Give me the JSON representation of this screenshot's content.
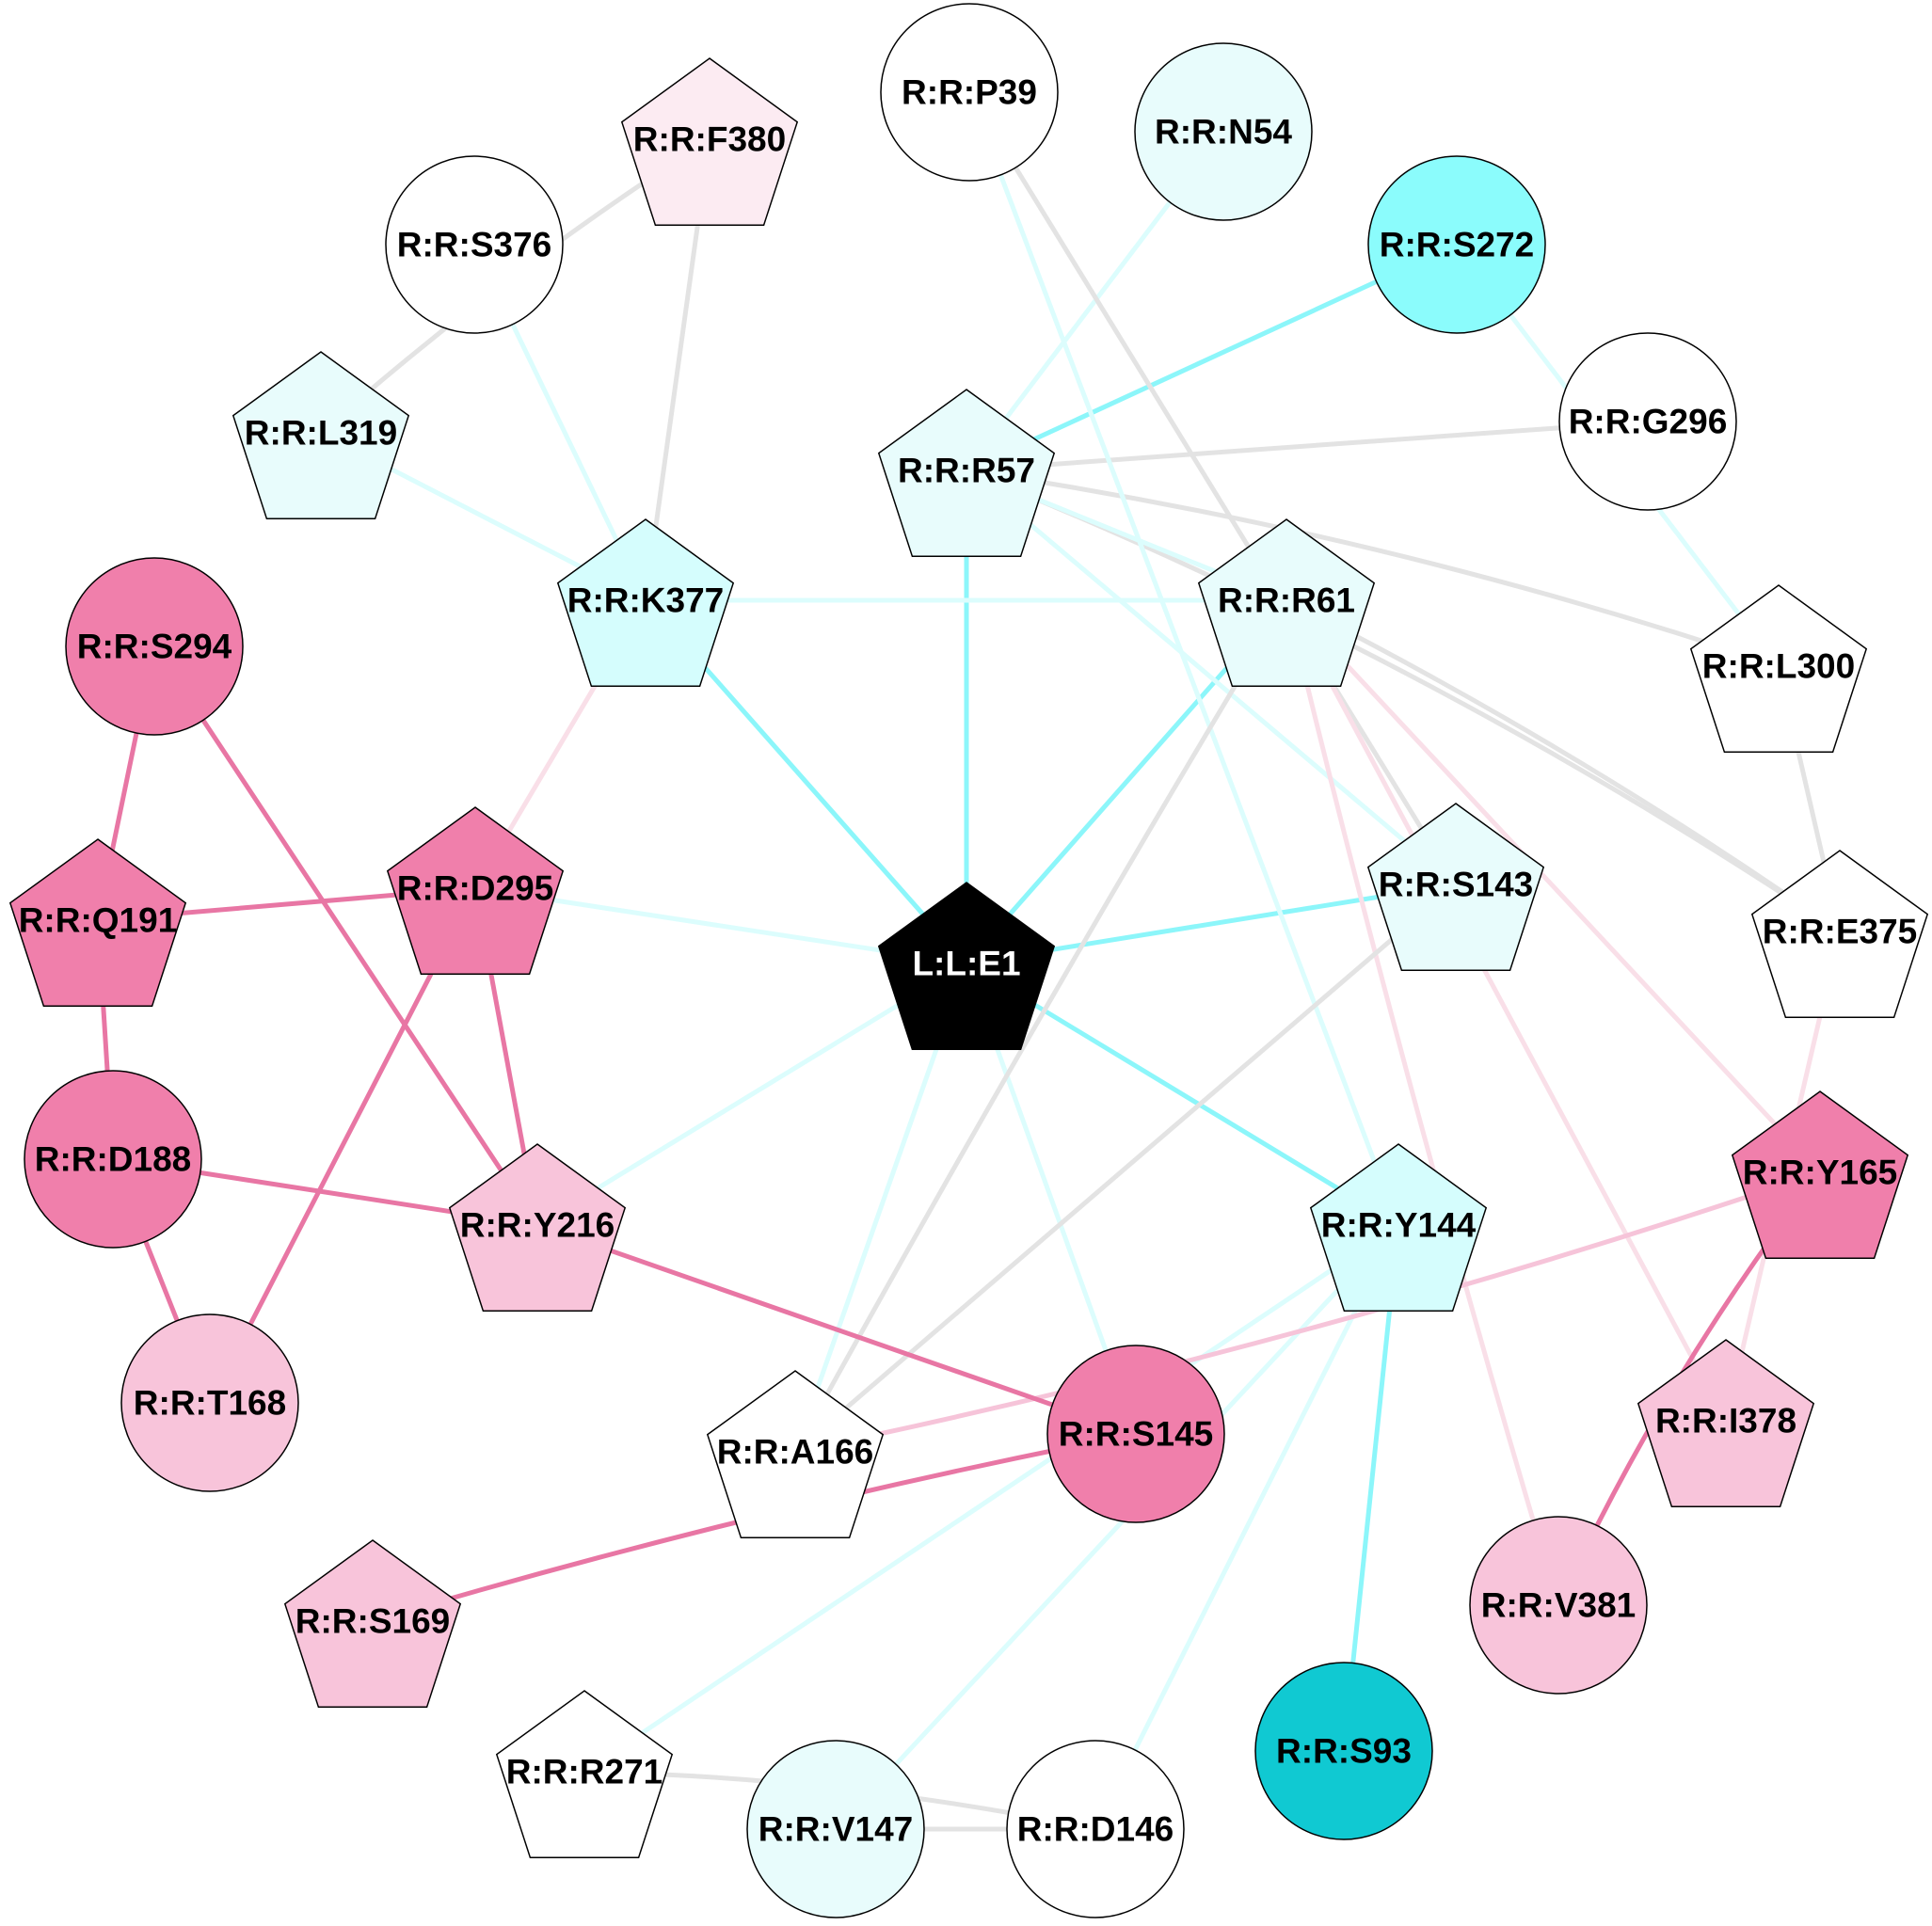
{
  "colors": {
    "white": "#ffffff",
    "cyan_very_light": "#e8fcfc",
    "cyan_light": "#d5fdfd",
    "cyan": "#8bfcfc",
    "teal": "#10c9d2",
    "pink_very_light": "#fcebf2",
    "pink_light": "#f8c4da",
    "pink": "#f07fab",
    "black": "#000000",
    "edge_gray": "#e3e3e3",
    "edge_cyan_faint": "#dcfdfd",
    "edge_cyan": "#8cf6fa",
    "edge_pink_faint": "#f9dfe8",
    "edge_pink_light": "#f6c4d9",
    "edge_pink": "#e876a4"
  },
  "nodes": {
    "E1": {
      "label": "L:L:E1",
      "shape": "pentagon",
      "fill": "black",
      "text_color": "white"
    },
    "P39": {
      "label": "R:R:P39",
      "shape": "circle",
      "fill": "white"
    },
    "N54": {
      "label": "R:R:N54",
      "shape": "circle",
      "fill": "cyan_very_light"
    },
    "F380": {
      "label": "R:R:F380",
      "shape": "pentagon",
      "fill": "pink_very_light"
    },
    "S376": {
      "label": "R:R:S376",
      "shape": "circle",
      "fill": "white"
    },
    "S272": {
      "label": "R:R:S272",
      "shape": "circle",
      "fill": "cyan"
    },
    "L319": {
      "label": "R:R:L319",
      "shape": "pentagon",
      "fill": "cyan_very_light"
    },
    "R57": {
      "label": "R:R:R57",
      "shape": "pentagon",
      "fill": "cyan_very_light"
    },
    "G296": {
      "label": "R:R:G296",
      "shape": "circle",
      "fill": "white"
    },
    "K377": {
      "label": "R:R:K377",
      "shape": "pentagon",
      "fill": "cyan_light"
    },
    "R61": {
      "label": "R:R:R61",
      "shape": "pentagon",
      "fill": "cyan_very_light"
    },
    "S294": {
      "label": "R:R:S294",
      "shape": "circle",
      "fill": "pink"
    },
    "L300": {
      "label": "R:R:L300",
      "shape": "pentagon",
      "fill": "white"
    },
    "D295": {
      "label": "R:R:D295",
      "shape": "pentagon",
      "fill": "pink"
    },
    "Q191": {
      "label": "R:R:Q191",
      "shape": "pentagon",
      "fill": "pink"
    },
    "S143": {
      "label": "R:R:S143",
      "shape": "pentagon",
      "fill": "cyan_very_light"
    },
    "E375": {
      "label": "R:R:E375",
      "shape": "pentagon",
      "fill": "white"
    },
    "D188": {
      "label": "R:R:D188",
      "shape": "circle",
      "fill": "pink"
    },
    "Y165": {
      "label": "R:R:Y165",
      "shape": "pentagon",
      "fill": "pink"
    },
    "Y216": {
      "label": "R:R:Y216",
      "shape": "pentagon",
      "fill": "pink_light"
    },
    "Y144": {
      "label": "R:R:Y144",
      "shape": "pentagon",
      "fill": "cyan_light"
    },
    "T168": {
      "label": "R:R:T168",
      "shape": "circle",
      "fill": "pink_light"
    },
    "A166": {
      "label": "R:R:A166",
      "shape": "pentagon",
      "fill": "white"
    },
    "S145": {
      "label": "R:R:S145",
      "shape": "circle",
      "fill": "pink"
    },
    "I378": {
      "label": "R:R:I378",
      "shape": "pentagon",
      "fill": "pink_light"
    },
    "S169": {
      "label": "R:R:S169",
      "shape": "pentagon",
      "fill": "pink_light"
    },
    "V381": {
      "label": "R:R:V381",
      "shape": "circle",
      "fill": "pink_light"
    },
    "R271": {
      "label": "R:R:R271",
      "shape": "pentagon",
      "fill": "white"
    },
    "S93": {
      "label": "R:R:S93",
      "shape": "circle",
      "fill": "teal"
    },
    "V147": {
      "label": "R:R:V147",
      "shape": "circle",
      "fill": "cyan_very_light"
    },
    "D146": {
      "label": "R:R:D146",
      "shape": "circle",
      "fill": "white"
    }
  },
  "edges": [
    {
      "from": "E1",
      "to": "R57",
      "color": "edge_cyan"
    },
    {
      "from": "E1",
      "to": "K377",
      "color": "edge_cyan"
    },
    {
      "from": "E1",
      "to": "R61",
      "color": "edge_cyan"
    },
    {
      "from": "E1",
      "to": "S143",
      "color": "edge_cyan"
    },
    {
      "from": "E1",
      "to": "Y144",
      "color": "edge_cyan"
    },
    {
      "from": "E1",
      "to": "D295",
      "color": "edge_cyan_faint"
    },
    {
      "from": "E1",
      "to": "Y216",
      "color": "edge_cyan_faint"
    },
    {
      "from": "E1",
      "to": "A166",
      "color": "edge_cyan_faint"
    },
    {
      "from": "E1",
      "to": "S145",
      "color": "edge_cyan_faint"
    },
    {
      "from": "R57",
      "to": "S272",
      "color": "edge_cyan"
    },
    {
      "from": "R57",
      "to": "N54",
      "color": "edge_cyan_faint"
    },
    {
      "from": "R57",
      "to": "G296",
      "color": "edge_gray"
    },
    {
      "from": "R57",
      "to": "L300",
      "color": "edge_gray"
    },
    {
      "from": "R57",
      "to": "E375",
      "color": "edge_gray"
    },
    {
      "from": "R57",
      "to": "S143",
      "color": "edge_cyan_faint"
    },
    {
      "from": "R57",
      "to": "R61",
      "color": "edge_cyan_faint"
    },
    {
      "from": "K377",
      "to": "R61",
      "color": "edge_cyan_faint"
    },
    {
      "from": "K377",
      "to": "L319",
      "color": "edge_cyan_faint"
    },
    {
      "from": "K377",
      "to": "S376",
      "color": "edge_cyan_faint"
    },
    {
      "from": "K377",
      "to": "F380",
      "color": "edge_gray"
    },
    {
      "from": "K377",
      "to": "D295",
      "color": "edge_pink_faint"
    },
    {
      "from": "F380",
      "to": "L319",
      "color": "edge_gray"
    },
    {
      "from": "P39",
      "to": "S143",
      "color": "edge_gray"
    },
    {
      "from": "P39",
      "to": "Y144",
      "color": "edge_cyan_faint"
    },
    {
      "from": "S272",
      "to": "L300",
      "color": "edge_cyan_faint"
    },
    {
      "from": "R61",
      "to": "A166",
      "color": "edge_gray"
    },
    {
      "from": "R61",
      "to": "E375",
      "color": "edge_gray"
    },
    {
      "from": "R61",
      "to": "Y165",
      "color": "edge_pink_faint"
    },
    {
      "from": "R61",
      "to": "V381",
      "color": "edge_pink_faint"
    },
    {
      "from": "R61",
      "to": "I378",
      "color": "edge_pink_faint"
    },
    {
      "from": "L300",
      "to": "E375",
      "color": "edge_gray"
    },
    {
      "from": "E375",
      "to": "I378",
      "color": "edge_pink_faint"
    },
    {
      "from": "S143",
      "to": "A166",
      "color": "edge_gray"
    },
    {
      "from": "Y144",
      "to": "S93",
      "color": "edge_cyan"
    },
    {
      "from": "Y144",
      "to": "R271",
      "color": "edge_cyan_faint"
    },
    {
      "from": "Y144",
      "to": "V147",
      "color": "edge_cyan_faint"
    },
    {
      "from": "Y144",
      "to": "D146",
      "color": "edge_cyan_faint"
    },
    {
      "from": "Y165",
      "to": "V381",
      "color": "edge_pink"
    },
    {
      "from": "Y165",
      "to": "A166",
      "color": "edge_pink_light"
    },
    {
      "from": "S294",
      "to": "Q191",
      "color": "edge_pink"
    },
    {
      "from": "S294",
      "to": "Y216",
      "color": "edge_pink"
    },
    {
      "from": "Q191",
      "to": "D295",
      "color": "edge_pink"
    },
    {
      "from": "Q191",
      "to": "D188",
      "color": "edge_pink"
    },
    {
      "from": "D295",
      "to": "Y216",
      "color": "edge_pink"
    },
    {
      "from": "D295",
      "to": "T168",
      "color": "edge_pink"
    },
    {
      "from": "D188",
      "to": "Y216",
      "color": "edge_pink"
    },
    {
      "from": "D188",
      "to": "T168",
      "color": "edge_pink"
    },
    {
      "from": "Y216",
      "to": "S145",
      "color": "edge_pink"
    },
    {
      "from": "S145",
      "to": "S169",
      "color": "edge_pink"
    },
    {
      "from": "R271",
      "to": "D146",
      "color": "edge_gray"
    },
    {
      "from": "V147",
      "to": "D146",
      "color": "edge_gray"
    }
  ]
}
